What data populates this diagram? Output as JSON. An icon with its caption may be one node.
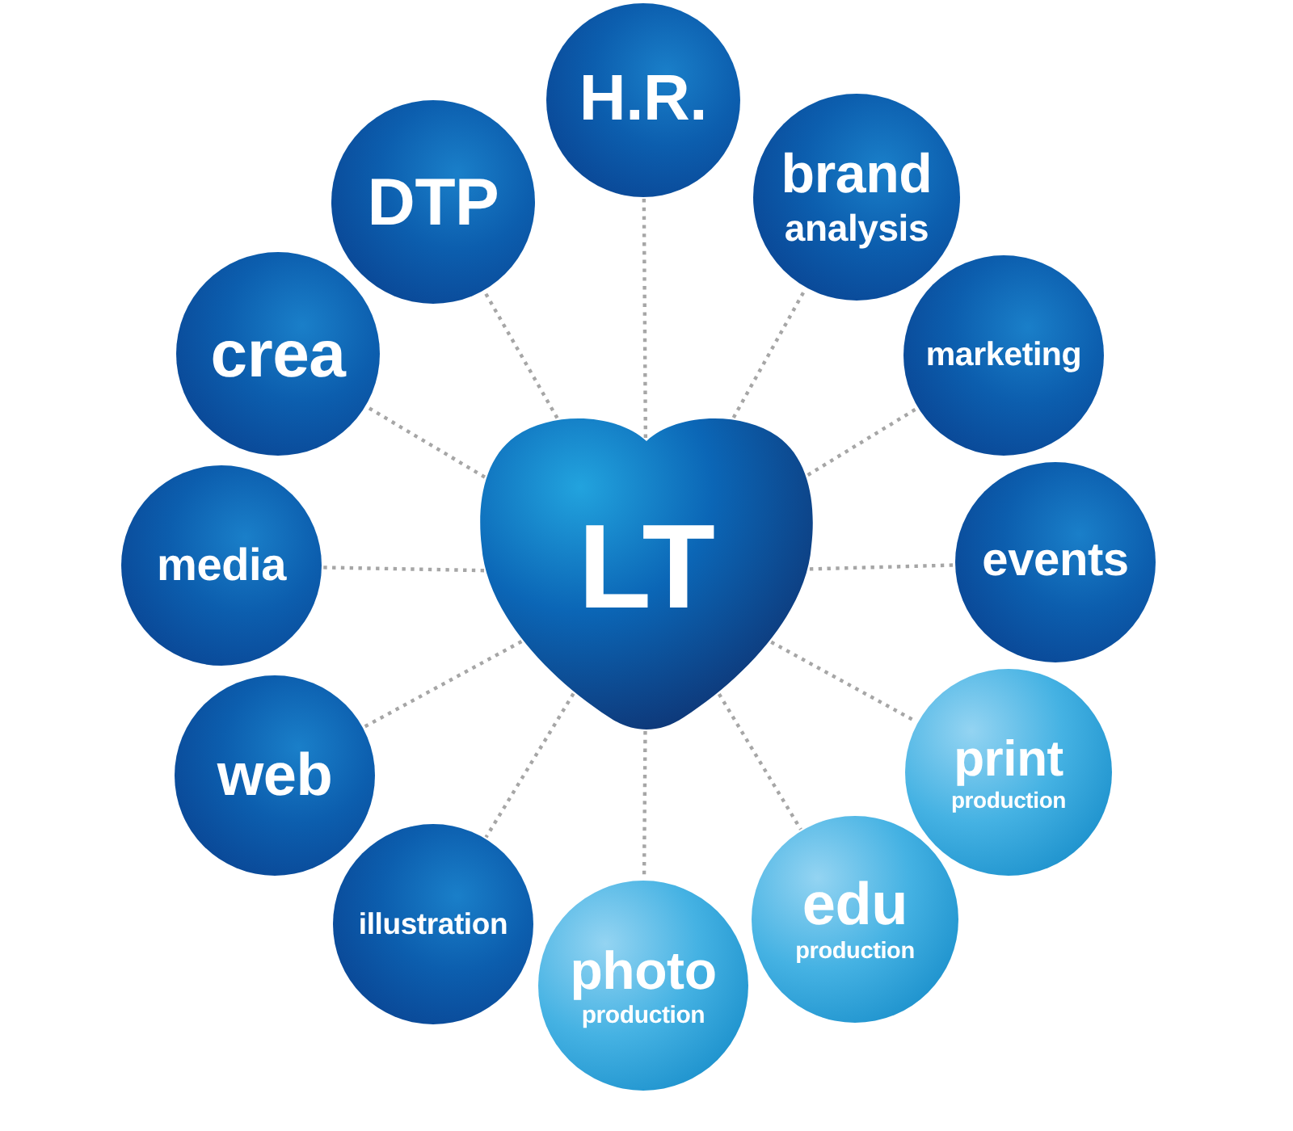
{
  "diagram": {
    "nodes": [
      {
        "text": [
          "LT"
        ]
      },
      {
        "text": [
          "H.R."
        ]
      },
      {
        "text": [
          "brand",
          "analysis"
        ]
      },
      {
        "text": [
          "marketing"
        ]
      },
      {
        "text": [
          "events"
        ]
      },
      {
        "text": [
          "print",
          "production"
        ]
      },
      {
        "text": [
          "edu",
          "production"
        ]
      },
      {
        "text": [
          "photo",
          "production"
        ]
      },
      {
        "text": [
          "illustration"
        ]
      },
      {
        "text": [
          "web"
        ]
      },
      {
        "text": [
          "media"
        ]
      },
      {
        "text": [
          "crea"
        ]
      },
      {
        "text": [
          "DTP"
        ]
      }
    ],
    "edges": [
      {
        "from": 0,
        "to": 1,
        "arrow": "none"
      },
      {
        "from": 0,
        "to": 2,
        "arrow": "none"
      },
      {
        "from": 0,
        "to": 3,
        "arrow": "none"
      },
      {
        "from": 0,
        "to": 4,
        "arrow": "none"
      },
      {
        "from": 0,
        "to": 5,
        "arrow": "none"
      },
      {
        "from": 0,
        "to": 6,
        "arrow": "none"
      },
      {
        "from": 0,
        "to": 7,
        "arrow": "none"
      },
      {
        "from": 0,
        "to": 8,
        "arrow": "none"
      },
      {
        "from": 0,
        "to": 9,
        "arrow": "none"
      },
      {
        "from": 0,
        "to": 10,
        "arrow": "none"
      },
      {
        "from": 0,
        "to": 11,
        "arrow": "none"
      },
      {
        "from": 0,
        "to": 12,
        "arrow": "none"
      }
    ]
  }
}
